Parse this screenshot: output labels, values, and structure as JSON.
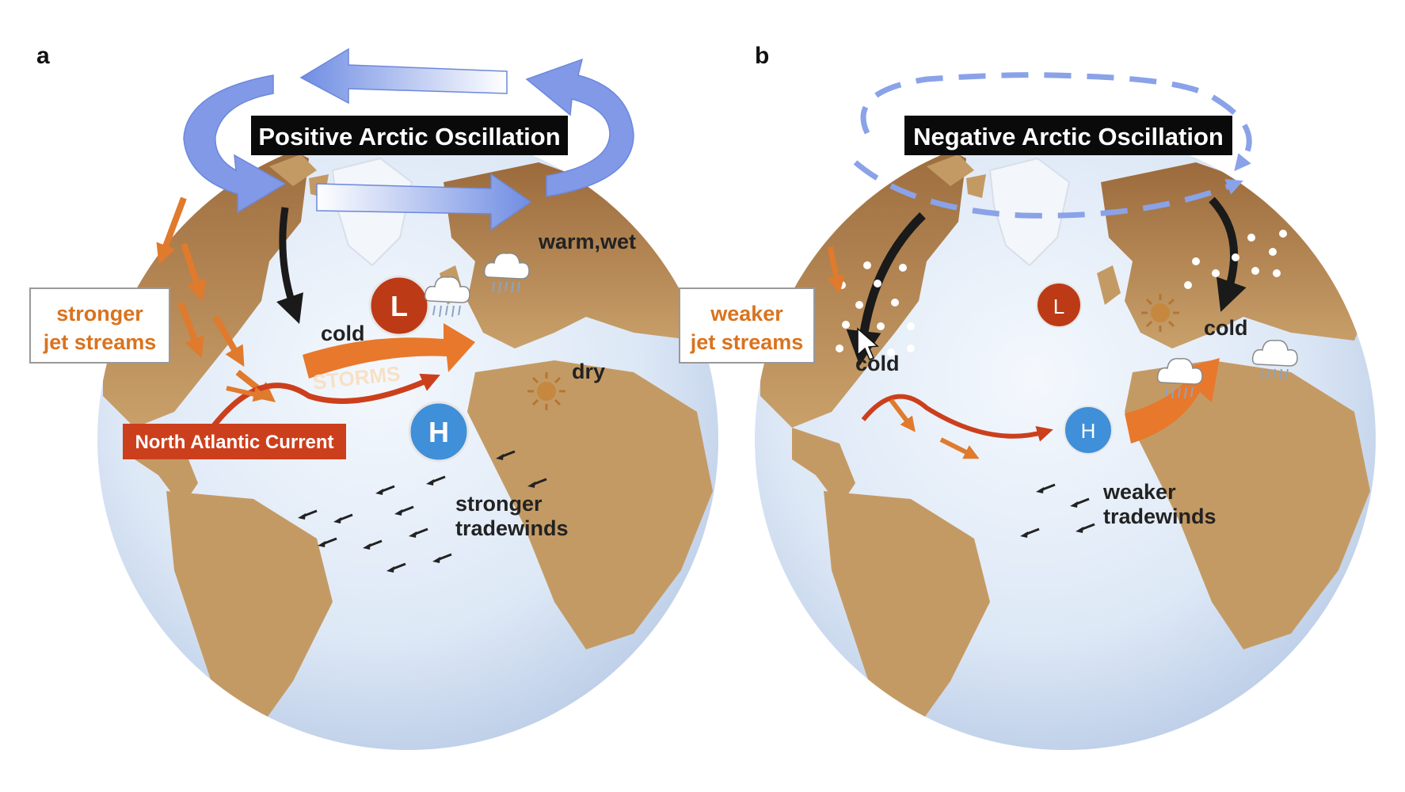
{
  "panels": [
    {
      "letter": "a",
      "title": "Positive Arctic Oscillation",
      "jet_label_line1": "stronger",
      "jet_label_line2": "jet streams",
      "current_label": "North Atlantic Current",
      "storms_label": "STORMS",
      "cold_label": "cold",
      "warm_label": "warm,wet",
      "dry_label": "dry",
      "low_label": "L",
      "high_label": "H",
      "trade_line1": "stronger",
      "trade_line2": "tradewinds"
    },
    {
      "letter": "b",
      "title": "Negative Arctic Oscillation",
      "jet_label_line1": "weaker",
      "jet_label_line2": "jet streams",
      "cold_label_west": "cold",
      "cold_label_east": "cold",
      "low_label": "L",
      "high_label": "H",
      "trade_line1": "weaker",
      "trade_line2": "tradewinds"
    }
  ],
  "colors": {
    "ocean": "#dde8f6",
    "land": "#c49a64",
    "ice": "#f3f6fa",
    "polar_arrow": "#7b95e6",
    "jet_arrow": "#e07a2c",
    "current": "#cc3f1c",
    "low_pressure": "#bd3a16",
    "high_pressure": "#3f8fd9",
    "title_bg": "#0a0a0a"
  },
  "icons": [
    "polar-vortex-arrow",
    "jet-stream-arrow",
    "storm-cloud-icon",
    "sun-icon",
    "tradewind-arrow-icon",
    "mouse-cursor-icon",
    "snowflake-dot"
  ]
}
